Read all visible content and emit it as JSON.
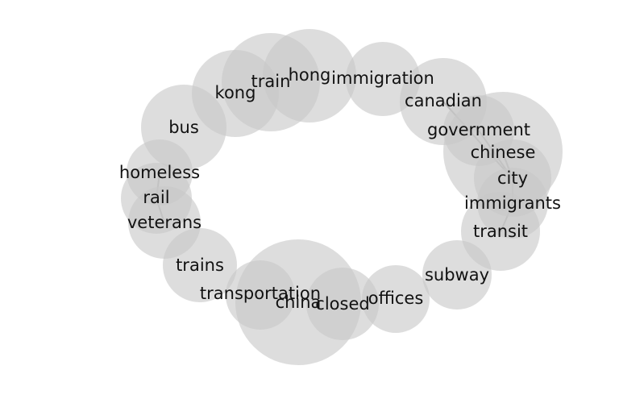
{
  "chart_data": {
    "type": "word-bubble-network",
    "title": "",
    "nodes": [
      {
        "id": "hong",
        "label": "hong"
      },
      {
        "id": "train",
        "label": "train"
      },
      {
        "id": "kong",
        "label": "kong"
      },
      {
        "id": "immigration",
        "label": "immigration"
      },
      {
        "id": "canadian",
        "label": "canadian"
      },
      {
        "id": "government",
        "label": "government"
      },
      {
        "id": "chinese",
        "label": "chinese"
      },
      {
        "id": "city",
        "label": "city"
      },
      {
        "id": "immigrants",
        "label": "immigrants"
      },
      {
        "id": "transit",
        "label": "transit"
      },
      {
        "id": "subway",
        "label": "subway"
      },
      {
        "id": "offices",
        "label": "offices"
      },
      {
        "id": "closed",
        "label": "closed"
      },
      {
        "id": "china",
        "label": "china"
      },
      {
        "id": "transportation",
        "label": "transportation"
      },
      {
        "id": "trains",
        "label": "trains"
      },
      {
        "id": "bus",
        "label": "bus"
      },
      {
        "id": "homeless",
        "label": "homeless"
      },
      {
        "id": "rail",
        "label": "rail"
      },
      {
        "id": "veterans",
        "label": "veterans"
      }
    ],
    "edges": [
      [
        "canadian",
        "city"
      ],
      [
        "government",
        "city"
      ],
      [
        "chinese",
        "city"
      ],
      [
        "city",
        "immigrants"
      ],
      [
        "immigrants",
        "transit"
      ],
      [
        "homeless",
        "rail"
      ],
      [
        "rail",
        "veterans"
      ]
    ]
  }
}
